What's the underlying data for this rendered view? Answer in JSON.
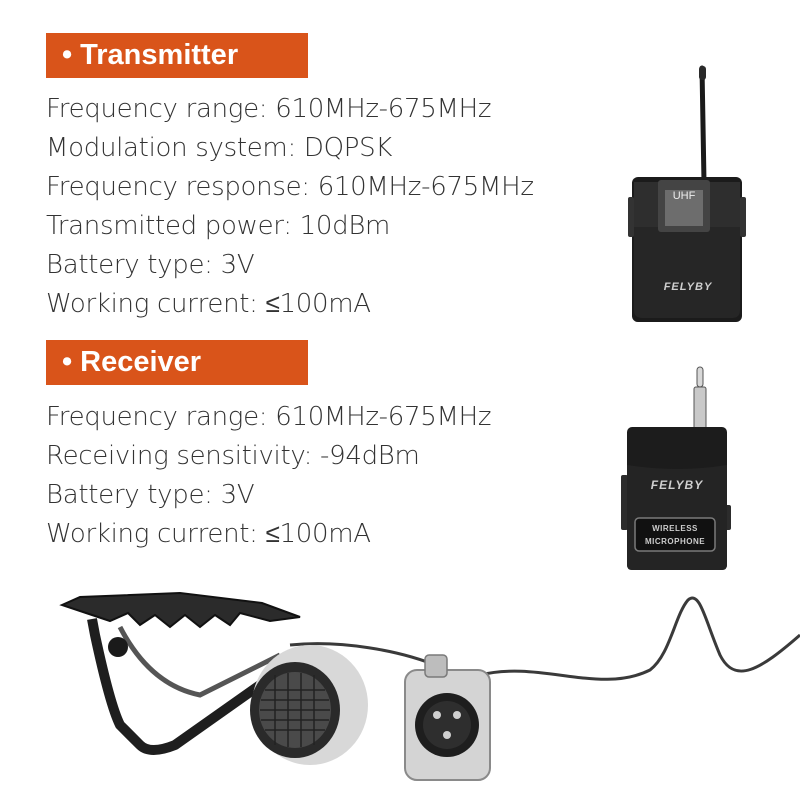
{
  "transmitter": {
    "title": "Transmitter",
    "specs": [
      "Frequency range: 610MHz-675MHz",
      "Modulation system: DQPSK",
      "Frequency response: 610MHz-675MHz",
      "Transmitted power: 10dBm",
      "Battery type: 3V",
      "Working current: ≤100mA"
    ],
    "device_label": "UHF",
    "brand": "FELYBY"
  },
  "receiver": {
    "title": "Receiver",
    "specs": [
      "Frequency range: 610MHz-675MHz",
      "Receiving sensitivity: -94dBm",
      "Battery type: 3V",
      "Working current: ≤100mA"
    ],
    "brand": "FELYBY",
    "plate_line1": "WIRELESS",
    "plate_line2": "MICROPHONE"
  },
  "colors": {
    "accent": "#d9541a",
    "text": "#333333"
  },
  "bullet": "•"
}
